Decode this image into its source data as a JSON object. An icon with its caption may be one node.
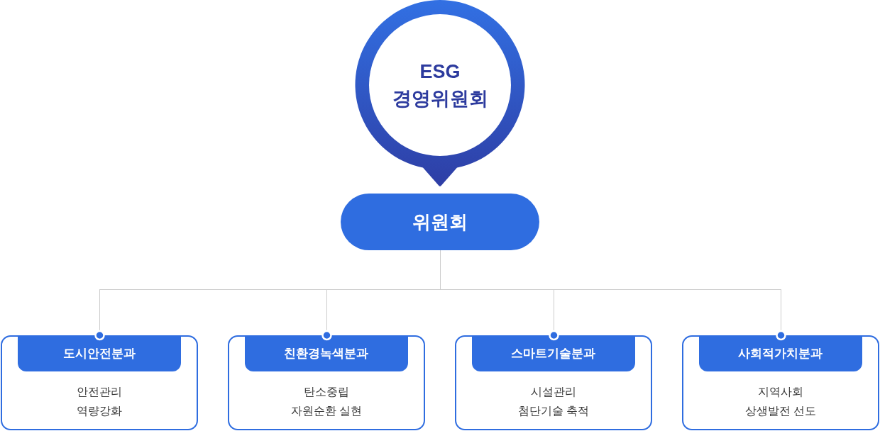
{
  "diagram": {
    "nodes": [
      {
        "text": [
          "ESG 경영위원회"
        ]
      },
      {
        "text": [
          "위원회"
        ]
      },
      {
        "text": [
          "안전관리 역량강화"
        ]
      },
      {
        "text": [
          "도시안전분과"
        ],
        "in": 2
      },
      {
        "text": [
          "탄소중립 자원순환 실현"
        ]
      },
      {
        "text": [
          "친환경녹색분과"
        ],
        "in": 4
      },
      {
        "text": [
          "시설관리 첨단기술 축적"
        ]
      },
      {
        "text": [
          "스마트기술분과"
        ],
        "in": 6
      },
      {
        "text": [
          "지역사회 상생발전 선도"
        ]
      },
      {
        "text": [
          "사회적가치분과"
        ],
        "in": 8
      }
    ],
    "edges": [
      {
        "from": 1,
        "to": 2,
        "arrow": "other"
      },
      {
        "from": 1,
        "to": 4,
        "arrow": "other"
      },
      {
        "from": 1,
        "to": 6,
        "arrow": "other"
      },
      {
        "from": 1,
        "to": 8,
        "arrow": "other"
      }
    ]
  }
}
